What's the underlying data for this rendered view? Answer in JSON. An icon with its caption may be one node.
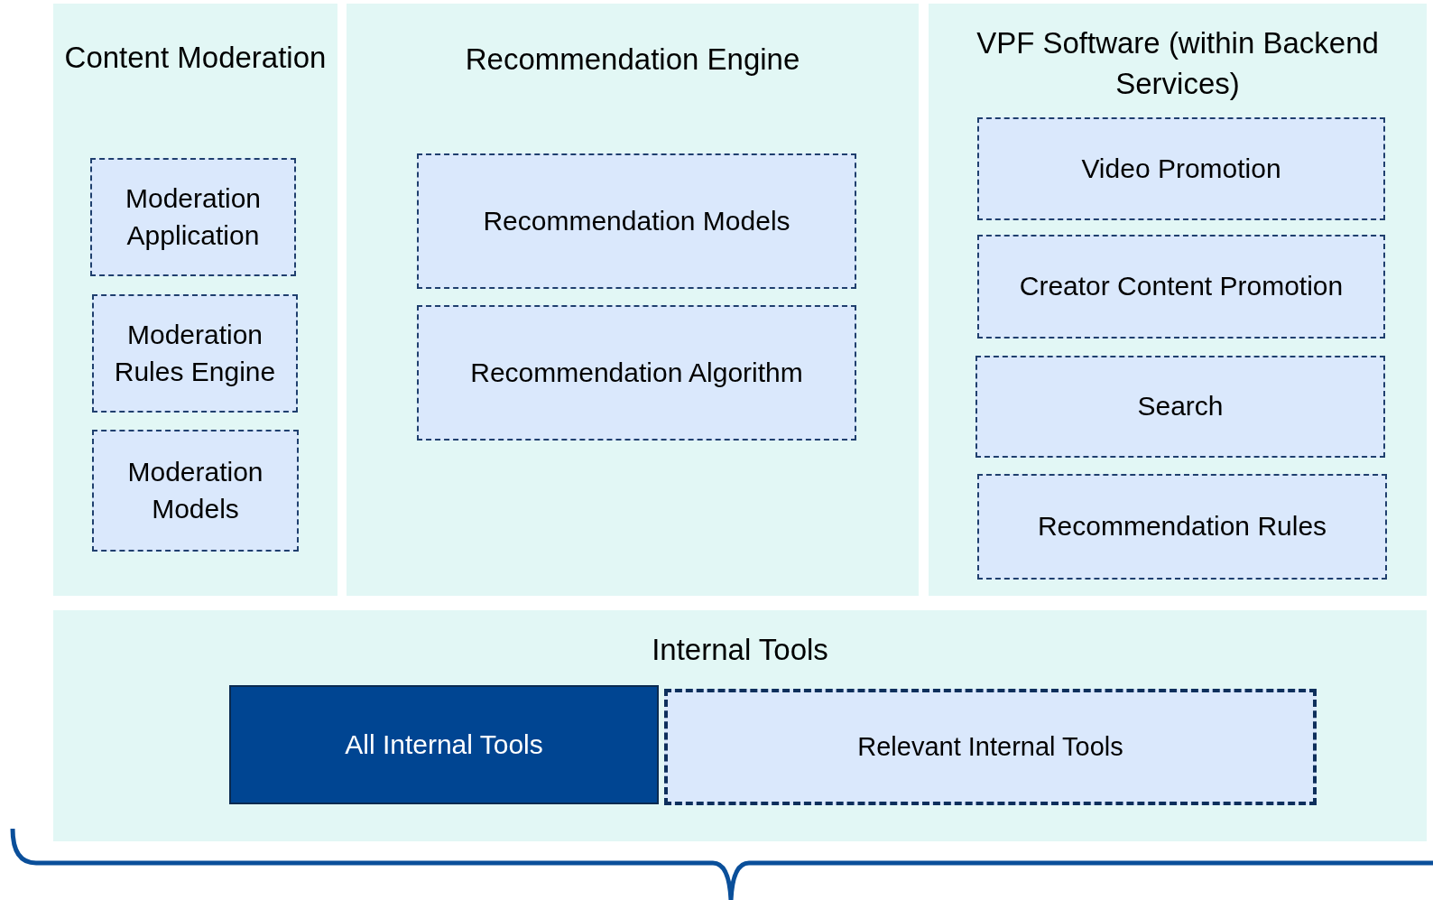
{
  "diagram": {
    "nodes": [
      {
        "text": [
          "Content Moderation"
        ]
      },
      {
        "text": [
          "Moderation Application"
        ],
        "in": 0
      },
      {
        "text": [
          "Moderation Rules Engine"
        ],
        "in": 0
      },
      {
        "text": [
          "Moderation Models"
        ],
        "in": 0
      },
      {
        "text": [
          "Recommendation Engine"
        ]
      },
      {
        "text": [
          "Recommendation Models"
        ],
        "in": 4
      },
      {
        "text": [
          "Recommendation Algorithm"
        ],
        "in": 4
      },
      {
        "text": [
          "VPF Software (within Backend Services)"
        ]
      },
      {
        "text": [
          "Video Promotion"
        ],
        "in": 7
      },
      {
        "text": [
          "Creator Content Promotion"
        ],
        "in": 7
      },
      {
        "text": [
          "Search"
        ],
        "in": 7
      },
      {
        "text": [
          "Recommendation Rules"
        ],
        "in": 7
      },
      {
        "text": [
          "Internal Tools"
        ]
      },
      {
        "text": [
          "All Internal Tools"
        ],
        "in": 12
      },
      {
        "text": [
          "Relevant Internal Tools"
        ],
        "in": 12
      }
    ]
  }
}
